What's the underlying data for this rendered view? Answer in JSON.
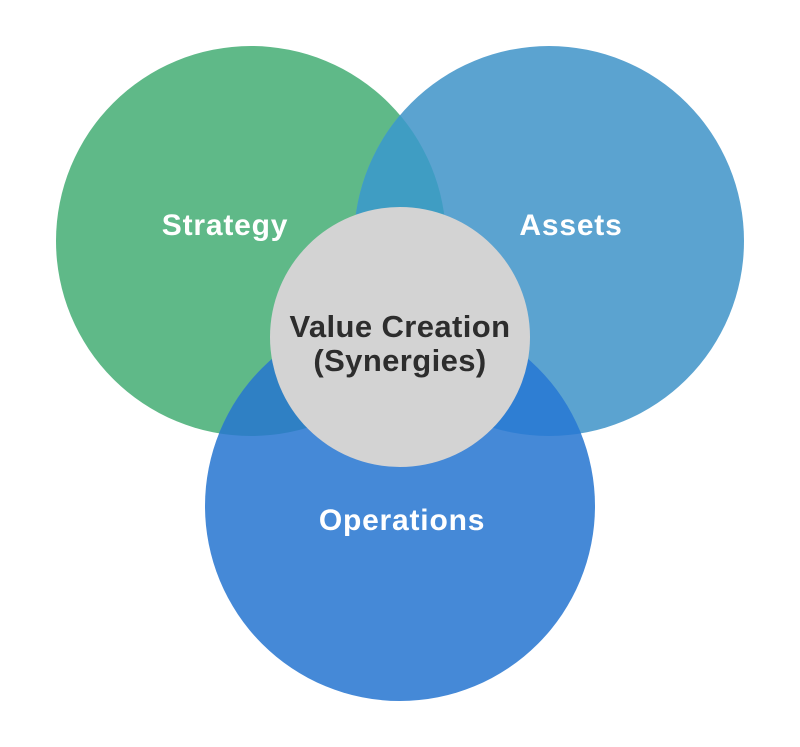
{
  "diagram": {
    "type": "venn-3",
    "background": "#ffffff",
    "label_color": "#ffffff",
    "circles": {
      "strategy": {
        "label": "Strategy",
        "color": "#5fb988"
      },
      "assets": {
        "label": "Assets",
        "color": "#5ba3d0"
      },
      "operations": {
        "label": "Operations",
        "color": "#4589d7"
      }
    },
    "overlaps": {
      "strategy_assets": {
        "color": "#3f9dc3"
      },
      "strategy_operations": {
        "color": "#2f80c4"
      },
      "assets_operations": {
        "color": "#2e7ed3"
      }
    },
    "center": {
      "label_line1": "Value Creation",
      "label_line2": "(Synergies)",
      "color": "#d3d3d3",
      "text_color": "#2d2d2d"
    }
  }
}
